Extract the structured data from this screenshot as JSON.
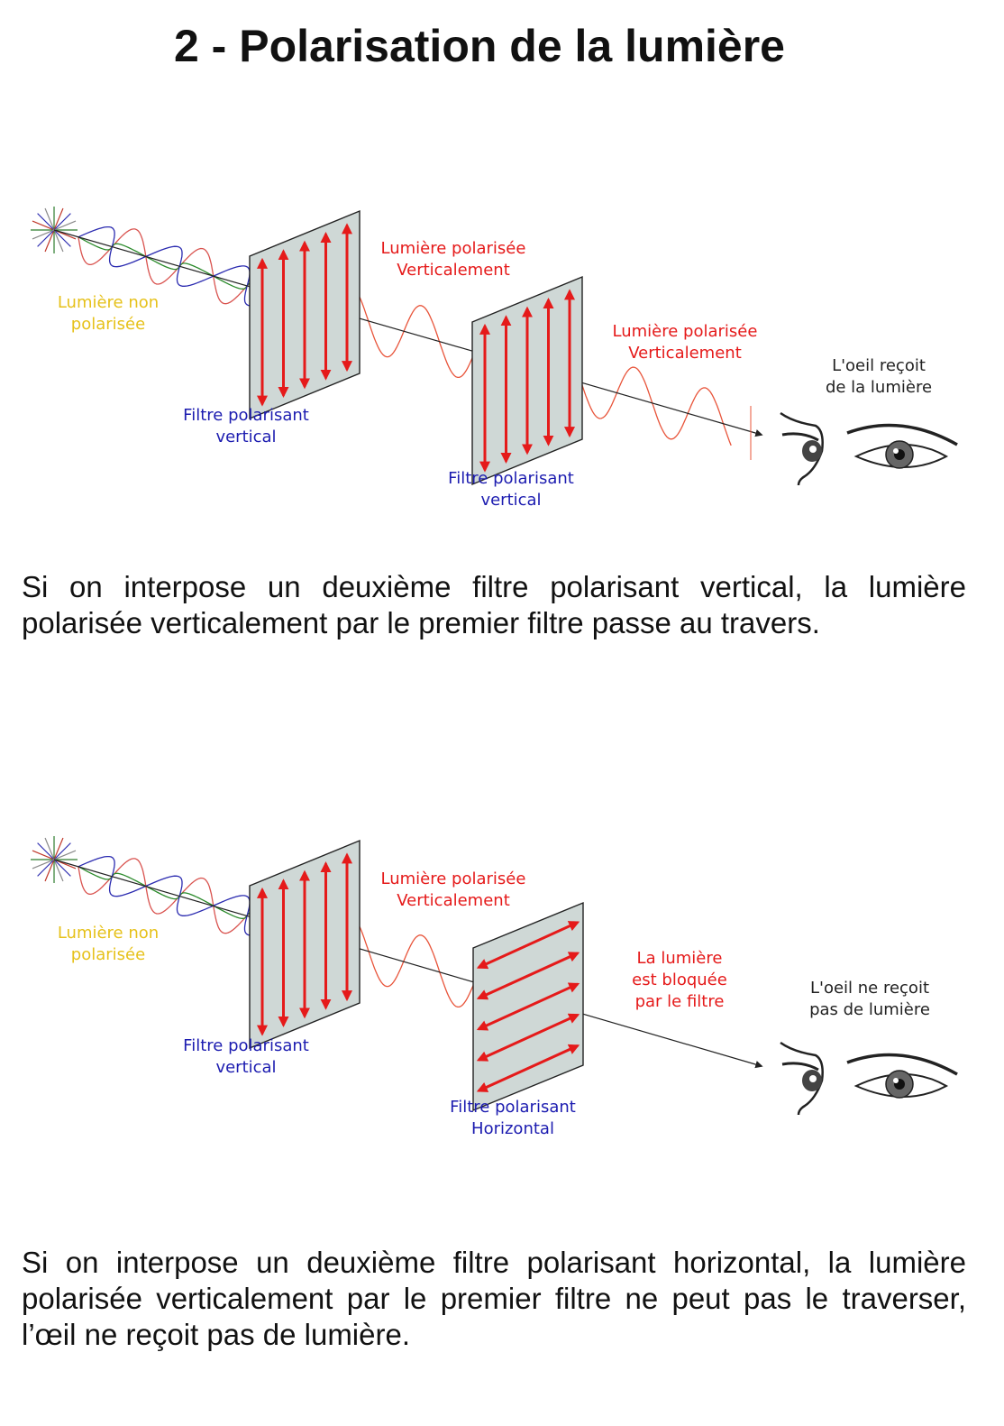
{
  "title": "2 - Polarisation de la lumière",
  "colors": {
    "filter_arrows": "#e51a1a",
    "wave": "#e8543a",
    "label_red": "#e51a1a",
    "label_blue": "#1c1cb0",
    "label_yellow": "#e6c11a",
    "filter_panel": "#cfd8d6"
  },
  "diagram1": {
    "source_label": [
      "Lumière non",
      "polarisée"
    ],
    "filter1_label": [
      "Filtre polarisant",
      "vertical"
    ],
    "polarized1_label": [
      "Lumière polarisée",
      "Verticalement"
    ],
    "filter2_label": [
      "Filtre polarisant",
      "vertical"
    ],
    "polarized2_label": [
      "Lumière polarisée",
      "Verticalement"
    ],
    "eye_label": [
      "L'oeil reçoit",
      "de la lumière"
    ],
    "eye_icon": "eye-icon"
  },
  "diagram2": {
    "source_label": [
      "Lumière non",
      "polarisée"
    ],
    "filter1_label": [
      "Filtre polarisant",
      "vertical"
    ],
    "polarized1_label": [
      "Lumière polarisée",
      "Verticalement"
    ],
    "filter2_label": [
      "Filtre polarisant",
      "Horizontal"
    ],
    "blocked_label": [
      "La lumière",
      "est bloquée",
      "par le filtre"
    ],
    "eye_label": [
      "L'oeil ne reçoit",
      "pas de lumière"
    ],
    "eye_icon": "eye-icon"
  },
  "paragraph1": "Si on interpose un deuxième filtre polarisant vertical, la lumière polarisée verticalement par le premier filtre passe au travers.",
  "paragraph2": "Si on interpose un deuxième filtre polarisant horizontal, la lumière polarisée verticalement par le premier filtre ne peut pas le traverser, l’œil ne reçoit pas de lumière."
}
